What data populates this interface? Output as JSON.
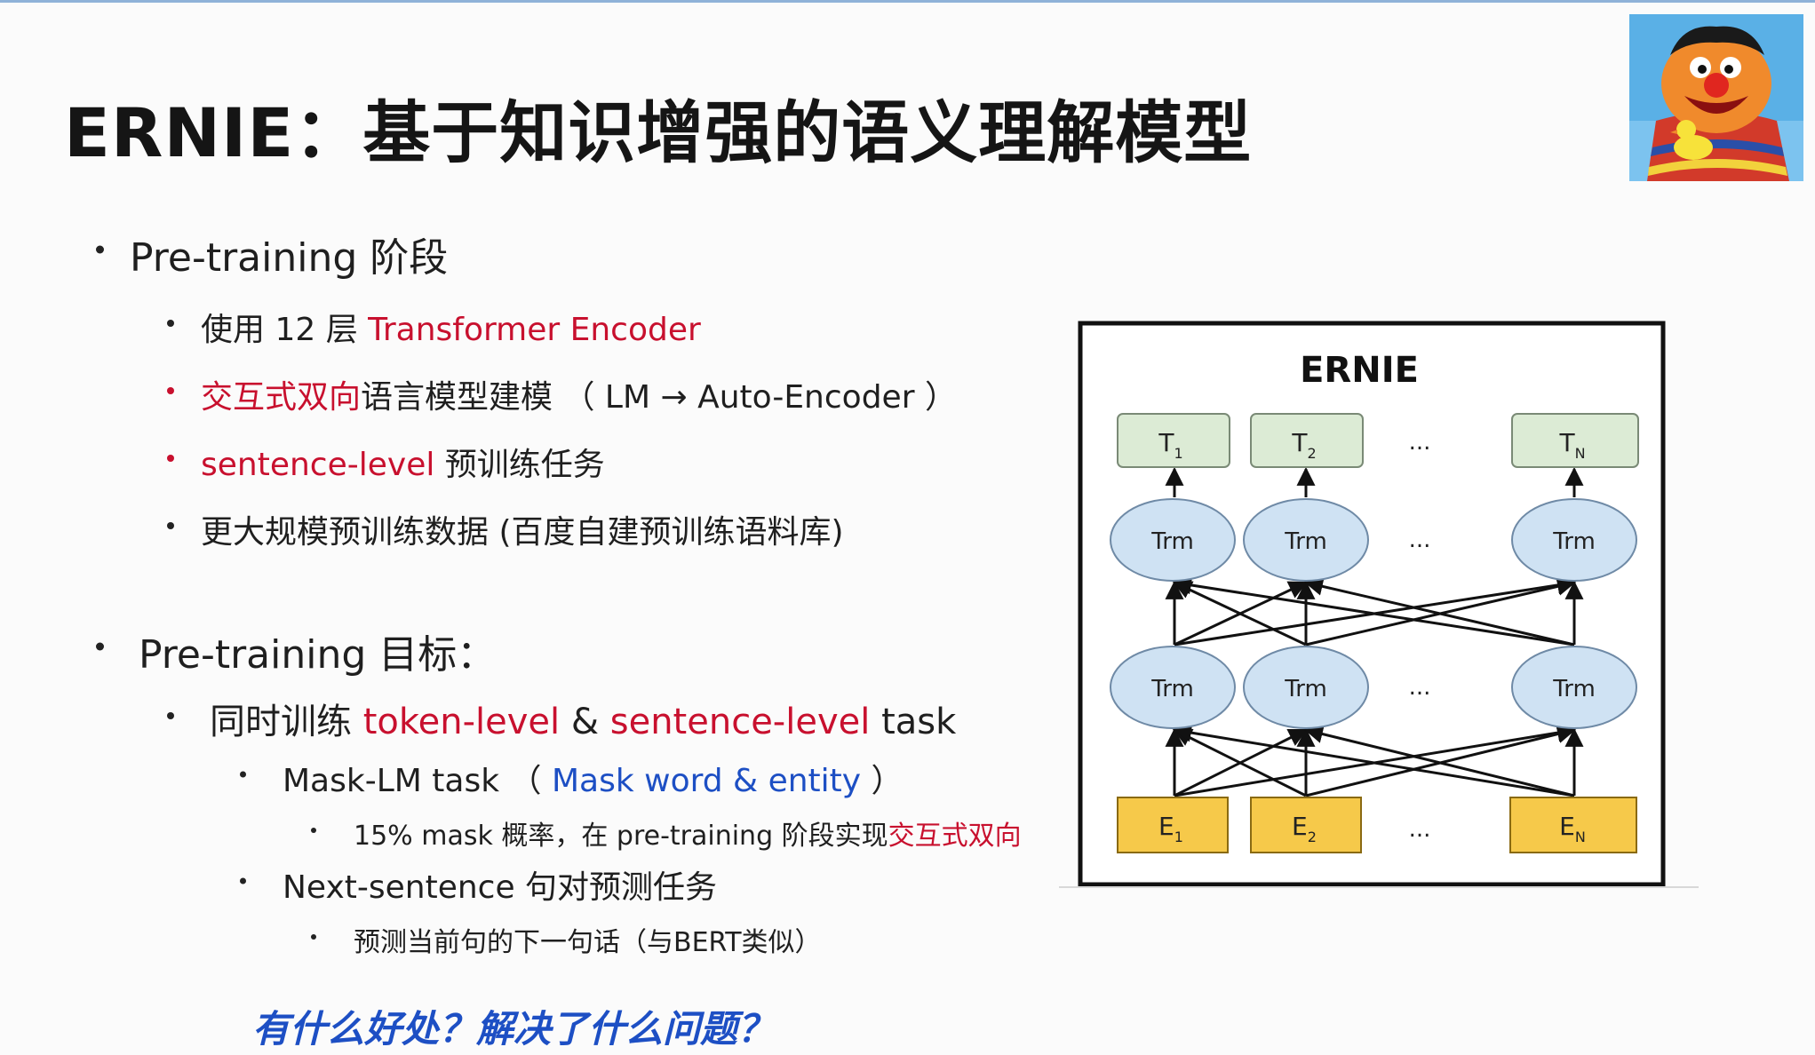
{
  "title": "ERNIE：基于知识增强的语义理解模型",
  "section1": {
    "heading": "Pre-training 阶段",
    "items": [
      {
        "prefix": "使用 12 层 ",
        "highlight": "Transformer Encoder",
        "suffix": ""
      },
      {
        "prefix": "",
        "highlight": "交互式双向",
        "suffix": "语言模型建模 （ LM → Auto-Encoder ）"
      },
      {
        "prefix": "",
        "highlight": "sentence-level",
        "suffix": " 预训练任务"
      },
      {
        "prefix": "更大规模预训练数据 (百度自建预训练语料库)",
        "highlight": "",
        "suffix": ""
      }
    ]
  },
  "section2": {
    "heading": "Pre-training 目标：",
    "sub": {
      "prefix": "同时训练 ",
      "red1": "token-level",
      "mid": " & ",
      "red2": "sentence-level",
      "suffix": " task"
    },
    "mask_lm": {
      "prefix": "Mask-LM task （ ",
      "blue": "Mask word & entity",
      "suffix": " ）"
    },
    "mask_lm_detail": {
      "prefix": "15% mask 概率，在 pre-training 阶段实现",
      "red": "交互式双向"
    },
    "next_sentence": "Next-sentence 句对预测任务",
    "next_sentence_detail": "预测当前句的下一句话（与BERT类似）"
  },
  "question": "有什么好处？解决了什么问题？",
  "diagram": {
    "title": "ERNIE",
    "outputs": [
      "T",
      "T",
      "T"
    ],
    "output_subs": [
      "1",
      "2",
      "N"
    ],
    "trm_label": "Trm",
    "inputs": [
      "E",
      "E",
      "E"
    ],
    "input_subs": [
      "1",
      "2",
      "N"
    ],
    "ellipsis": "...",
    "colors": {
      "output_fill": "#dcebd5",
      "trm_fill": "#cfe2f3",
      "input_fill": "#f6c94a"
    }
  }
}
